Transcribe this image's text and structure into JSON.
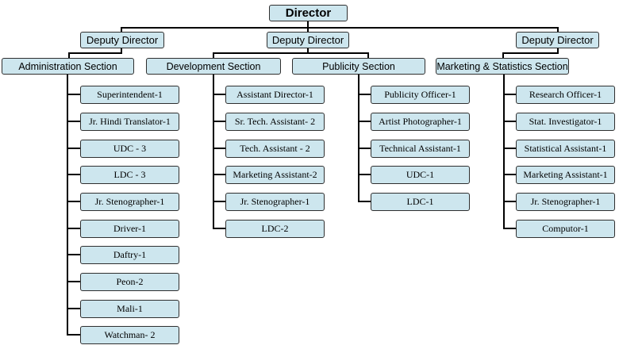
{
  "org": {
    "director": "Director",
    "deputies": [
      "Deputy Director",
      "Deputy Director",
      "Deputy Director"
    ],
    "sections": [
      {
        "title": "Administration Section",
        "staff": [
          "Superintendent-1",
          "Jr. Hindi Translator-1",
          "UDC - 3",
          "LDC - 3",
          "Jr. Stenographer-1",
          "Driver-1",
          "Daftry-1",
          "Peon-2",
          "Mali-1",
          "Watchman- 2"
        ]
      },
      {
        "title": "Development Section",
        "staff": [
          "Assistant Director-1",
          "Sr. Tech. Assistant- 2",
          "Tech. Assistant - 2",
          "Marketing Assistant-2",
          "Jr. Stenographer-1",
          "LDC-2"
        ]
      },
      {
        "title": "Publicity Section",
        "staff": [
          "Publicity Officer-1",
          "Artist Photographer-1",
          "Technical Assistant-1",
          "UDC-1",
          "LDC-1"
        ]
      },
      {
        "title": "Marketing & Statistics Section",
        "staff": [
          "Research Officer-1",
          "Stat. Investigator-1",
          "Statistical Assistant-1",
          "Marketing Assistant-1",
          "Jr. Stenographer-1",
          "Computor-1"
        ]
      }
    ]
  },
  "colors": {
    "box_fill": "#cde6ee",
    "box_border": "#2f2f2f",
    "line": "#000000"
  }
}
